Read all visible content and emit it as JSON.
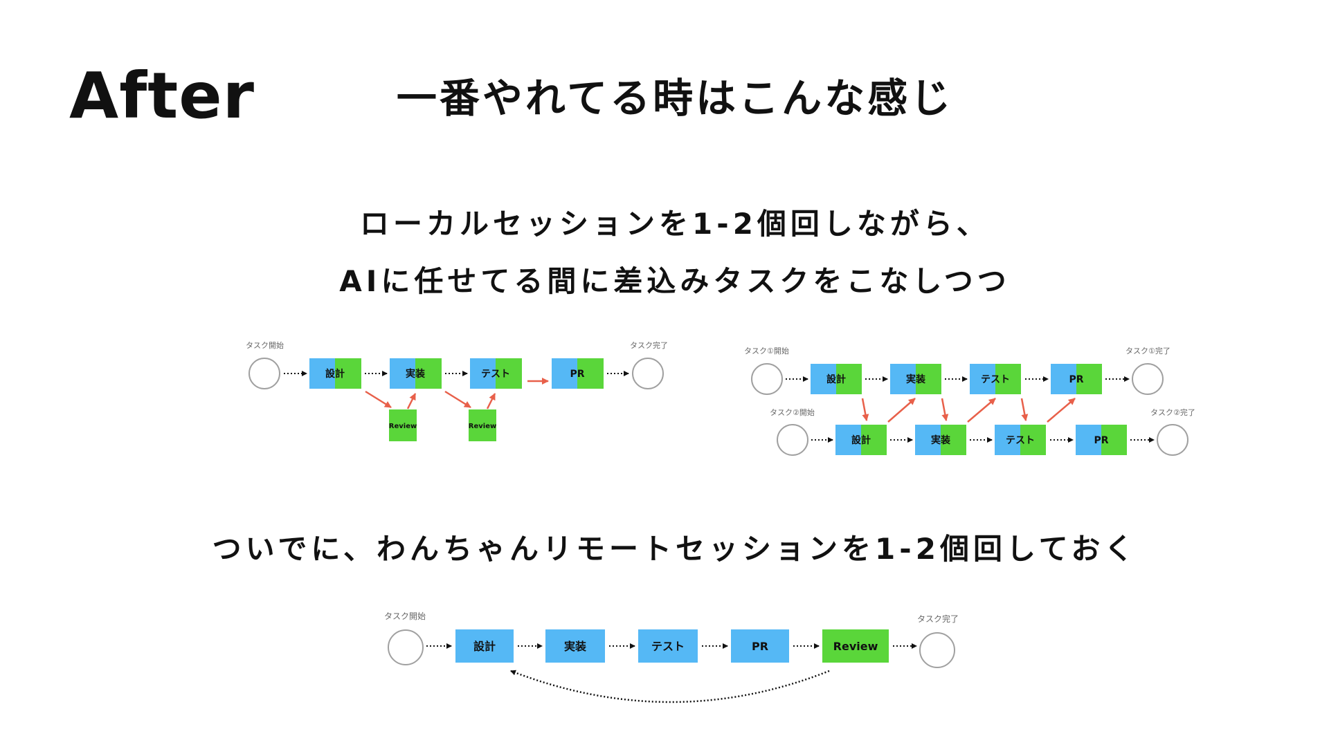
{
  "slide": {
    "corner_label": "After",
    "title": "一番やれてる時はこんな感じ",
    "line1": "ローカルセッションを1-2個回しながら、",
    "line2": "AIに任せてる間に差込みタスクをこなしつつ",
    "line3": "ついでに、わんちゃんリモートセッションを1-2個回しておく"
  },
  "diagram_a": {
    "start_label": "タスク開始",
    "end_label": "タスク完了",
    "nodes": [
      "設計",
      "実装",
      "テスト",
      "PR"
    ],
    "review_label": "Review"
  },
  "diagram_b": {
    "task1_start": "タスク①開始",
    "task1_end": "タスク①完了",
    "task2_start": "タスク②開始",
    "task2_end": "タスク②完了",
    "nodes": [
      "設計",
      "実装",
      "テスト",
      "PR"
    ]
  },
  "diagram_c": {
    "start_label": "タスク開始",
    "end_label": "タスク完了",
    "nodes": [
      "設計",
      "実装",
      "テスト",
      "PR",
      "Review"
    ]
  },
  "colors": {
    "blue": "#55b8f5",
    "green": "#5ad63a",
    "arrow_red": "#e8604a",
    "circle_stroke": "#a0a0a0"
  }
}
